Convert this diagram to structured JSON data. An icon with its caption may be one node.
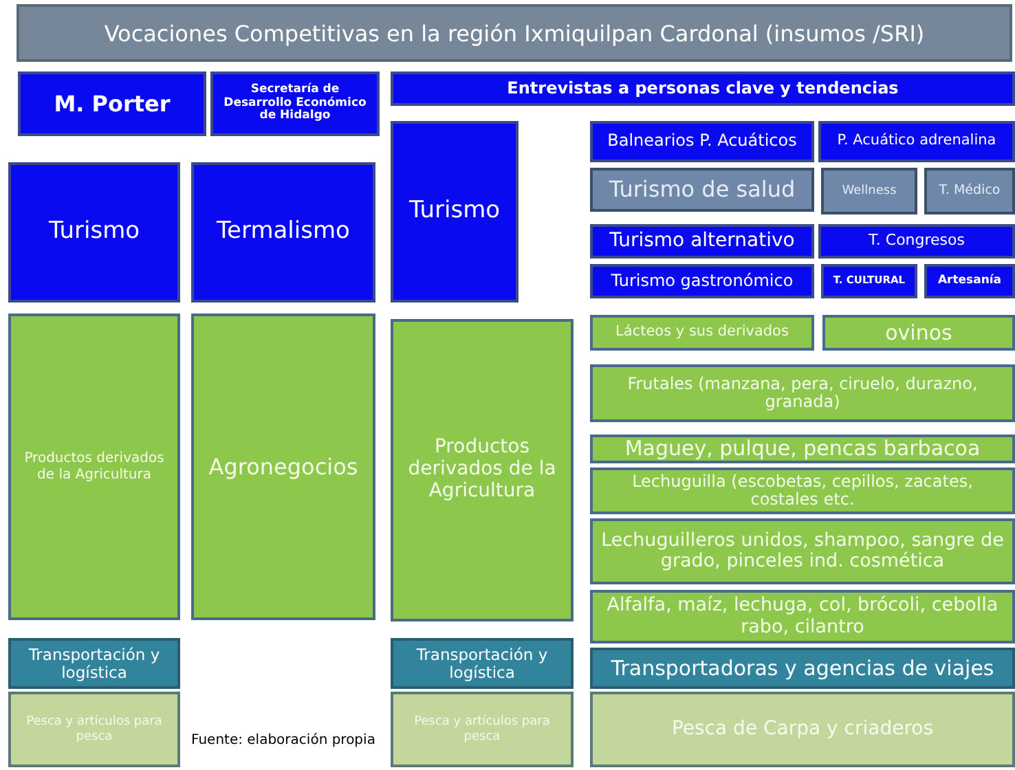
{
  "diagram": {
    "title": "Vocaciones Competitivas en la región Ixmiquilpan Cardonal (insumos /SRI)",
    "nodes": [
      {
        "text": [
          "M. Porter"
        ]
      },
      {
        "text": [
          "Secretaría de Desarrollo Económico de Hidalgo"
        ]
      },
      {
        "text": [
          "Entrevistas a personas clave y tendencias"
        ]
      },
      {
        "text": [
          "Turismo"
        ]
      },
      {
        "text": [
          "Termalismo"
        ]
      },
      {
        "text": [
          "Turismo"
        ]
      },
      {
        "text": [
          "Balnearios P. Acuáticos"
        ]
      },
      {
        "text": [
          "P. Acuático adrenalina"
        ]
      },
      {
        "text": [
          "Turismo de salud"
        ]
      },
      {
        "text": [
          "Wellness"
        ]
      },
      {
        "text": [
          "T. Médico"
        ]
      },
      {
        "text": [
          "Turismo alternativo"
        ]
      },
      {
        "text": [
          "T. Congresos"
        ]
      },
      {
        "text": [
          "Turismo gastronómico"
        ]
      },
      {
        "text": [
          "T. CULTURAL"
        ]
      },
      {
        "text": [
          "Artesanía"
        ]
      },
      {
        "text": [
          "Productos derivados de la Agricultura"
        ]
      },
      {
        "text": [
          "Agronegocios"
        ]
      },
      {
        "text": [
          "Productos derivados de la Agricultura"
        ]
      },
      {
        "text": [
          "Lácteos y sus derivados"
        ]
      },
      {
        "text": [
          "ovinos"
        ]
      },
      {
        "text": [
          "Frutales (manzana, pera, ciruelo, durazno, granada)"
        ]
      },
      {
        "text": [
          "Maguey, pulque, pencas barbacoa"
        ]
      },
      {
        "text": [
          "Lechuguilla (escobetas, cepillos, zacates, costales etc."
        ]
      },
      {
        "text": [
          "Lechuguilleros unidos, shampoo, sangre de grado, pinceles ind. cosmética"
        ]
      },
      {
        "text": [
          "Alfalfa, maíz, lechuga, col, brócoli, cebolla rabo, cilantro"
        ]
      },
      {
        "text": [
          "Transportación y logística"
        ]
      },
      {
        "text": [
          "Pesca y artículos para pesca"
        ]
      },
      {
        "text": [
          "Transportación y logística"
        ]
      },
      {
        "text": [
          "Pesca y artículos para pesca"
        ]
      },
      {
        "text": [
          "Transportadoras y agencias de viajes"
        ]
      },
      {
        "text": [
          "Pesca de Carpa y criaderos"
        ]
      }
    ],
    "labels": [
      "Fuente: elaboración propia"
    ]
  }
}
